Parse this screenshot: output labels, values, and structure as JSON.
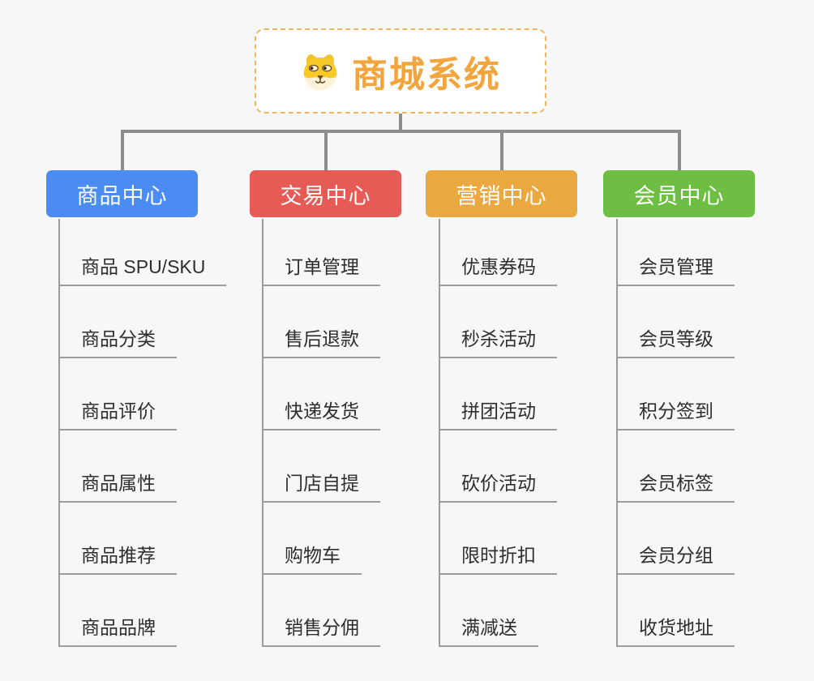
{
  "root": {
    "label": "商城系统",
    "icon": "dog-face-icon"
  },
  "branches": [
    {
      "id": "product-center",
      "label": "商品中心",
      "color": "#4a8cf1",
      "children": [
        "商品 SPU/SKU",
        "商品分类",
        "商品评价",
        "商品属性",
        "商品推荐",
        "商品品牌"
      ]
    },
    {
      "id": "trade-center",
      "label": "交易中心",
      "color": "#e75b57",
      "children": [
        "订单管理",
        "售后退款",
        "快递发货",
        "门店自提",
        "购物车",
        "销售分佣"
      ]
    },
    {
      "id": "marketing-center",
      "label": "营销中心",
      "color": "#e9a840",
      "children": [
        "优惠券码",
        "秒杀活动",
        "拼团活动",
        "砍价活动",
        "限时折扣",
        "满减送"
      ]
    },
    {
      "id": "member-center",
      "label": "会员中心",
      "color": "#6fbe44",
      "children": [
        "会员管理",
        "会员等级",
        "积分签到",
        "会员标签",
        "会员分组",
        "收货地址"
      ]
    }
  ],
  "colors": {
    "root_accent": "#f2a53d",
    "root_border": "#f2b45e",
    "connector_main": "#8d8d8d",
    "connector_child": "#9c9c9c",
    "background": "#f7f7f7",
    "child_text": "#2e2e2e"
  }
}
